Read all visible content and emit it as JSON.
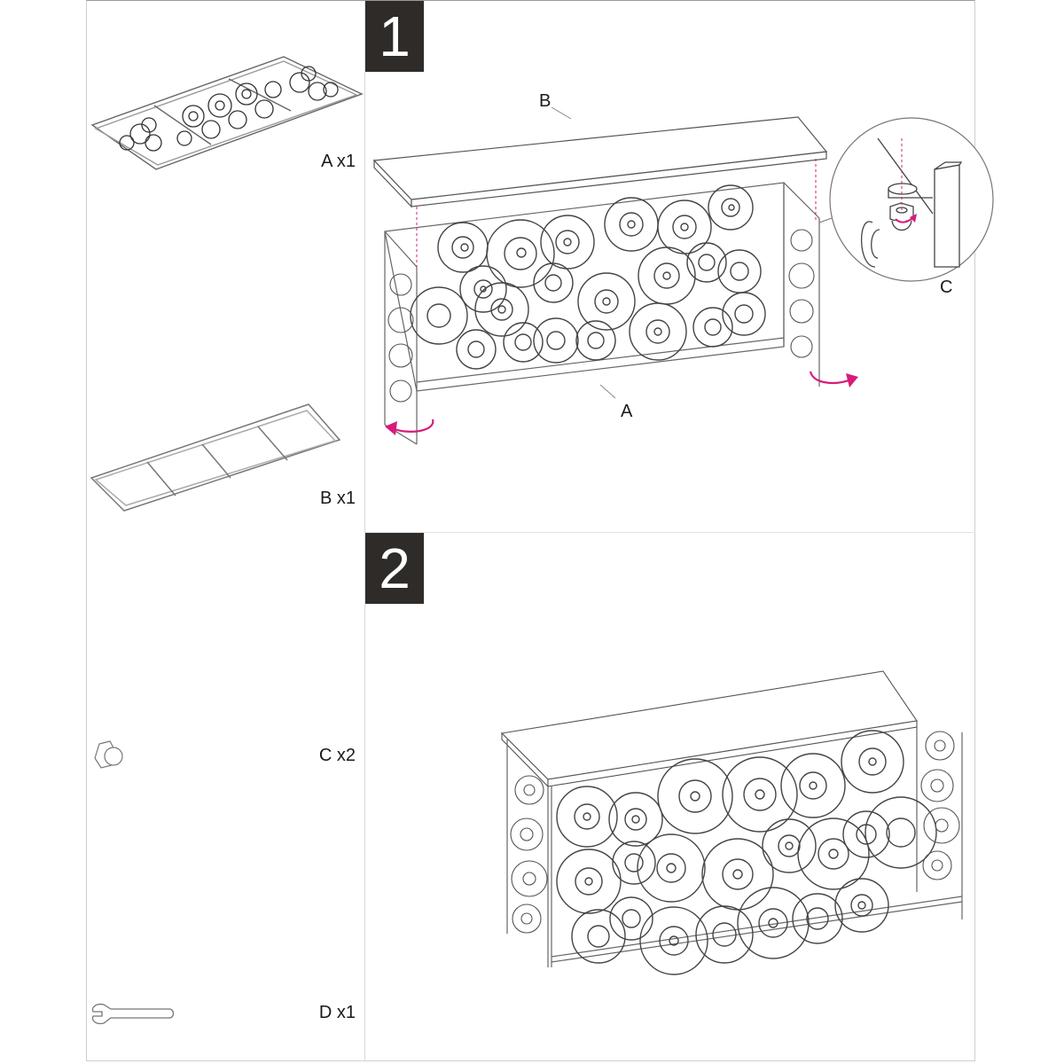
{
  "document": {
    "type": "assembly-instructions",
    "accent_color": "#d81b7a",
    "badge_color": "#2f2b28"
  },
  "parts": [
    {
      "id": "A",
      "label": "A x1",
      "icon": "scroll-panel-frame-icon"
    },
    {
      "id": "B",
      "label": "B x1",
      "icon": "tabletop-frame-icon"
    },
    {
      "id": "C",
      "label": "C x2",
      "icon": "cap-nut-icon"
    },
    {
      "id": "D",
      "label": "D x1",
      "icon": "wrench-icon"
    }
  ],
  "steps": [
    {
      "number": "1",
      "callouts": {
        "top": "B",
        "frame": "A",
        "nut": "C"
      },
      "icons": [
        "rotate-arrow-left-icon",
        "rotate-arrow-right-icon",
        "detail-magnifier-icon"
      ]
    },
    {
      "number": "2",
      "callouts": {}
    }
  ]
}
